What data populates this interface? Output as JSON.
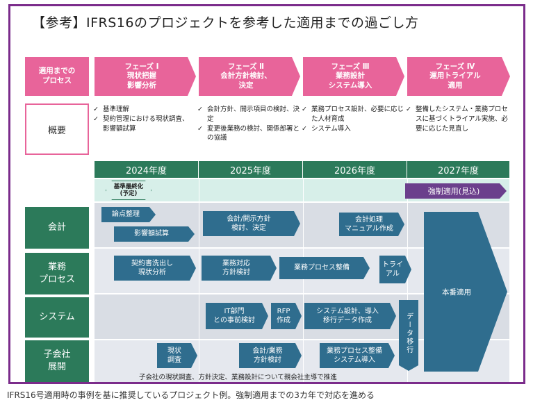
{
  "title": "【参考】IFRS16のプロジェクトを参考した適用までの過ごし方",
  "phases": {
    "label": "適用までの\nプロセス",
    "items": [
      {
        "label": "フェーズ Ⅰ\n現状把握\n影響分析"
      },
      {
        "label": "フェーズ Ⅱ\n会計方針検討、\n決定"
      },
      {
        "label": "フェーズ Ⅲ\n業務設計\nシステム導入"
      },
      {
        "label": "フェーズ Ⅳ\n運用トライアル\n適用"
      }
    ]
  },
  "overview": {
    "label": "概要",
    "cols": [
      [
        "基準理解",
        "契約管理における現状調査、影響額試算"
      ],
      [
        "会計方針、開示項目の検討、決定",
        "変更後業務の検討、関係部署との協議"
      ],
      [
        "業務プロセス設計、必要に応じた人材育成",
        "システム導入"
      ],
      [
        "整備したシステム・業務プロセスに基づくトライアル実施、必要に応じた見直し"
      ]
    ]
  },
  "years": [
    "2024年度",
    "2025年度",
    "2026年度",
    "2027年度"
  ],
  "milestones": {
    "kijun": "基準最終化\n(予定)",
    "forced": "強制適用(見込)"
  },
  "rows": {
    "accounting": "会計",
    "business": "業務\nプロセス",
    "system": "システム",
    "subsidiary": "子会社\n展開"
  },
  "tasks": {
    "ronten": "論点整理",
    "eikyo": "影響額試算",
    "kaikei_kaiji": "会計/開示方針\n検討、決定",
    "kaikei_shori": "会計処理\nマニュアル作成",
    "keiyaku": "契約書洗出し\n現状分析",
    "gyomu_taio": "業務対応\n方針検討",
    "gyomu_seibi": "業務プロセス整備",
    "trial": "トライ\nアル",
    "it_bumon": "IT部門\nとの事前検討",
    "rfp": "RFP\n作成",
    "system_sekkei": "システム設計、導入\n移行データ作成",
    "data_iko": "データ移行",
    "genjo": "現状\n調査",
    "kaikei_gyomu": "会計/業務\n方針検討",
    "gyomu_system": "業務プロセス整備\nシステム導入",
    "honban": "本番適用"
  },
  "sub_note": "子会社の現状調査、方針決定、業務設計について親会社主導で推進",
  "caption": "IFRS16号適用時の事例を基に推奨しているプロジェクト例。強制適用までの3カ年で対応を進める"
}
